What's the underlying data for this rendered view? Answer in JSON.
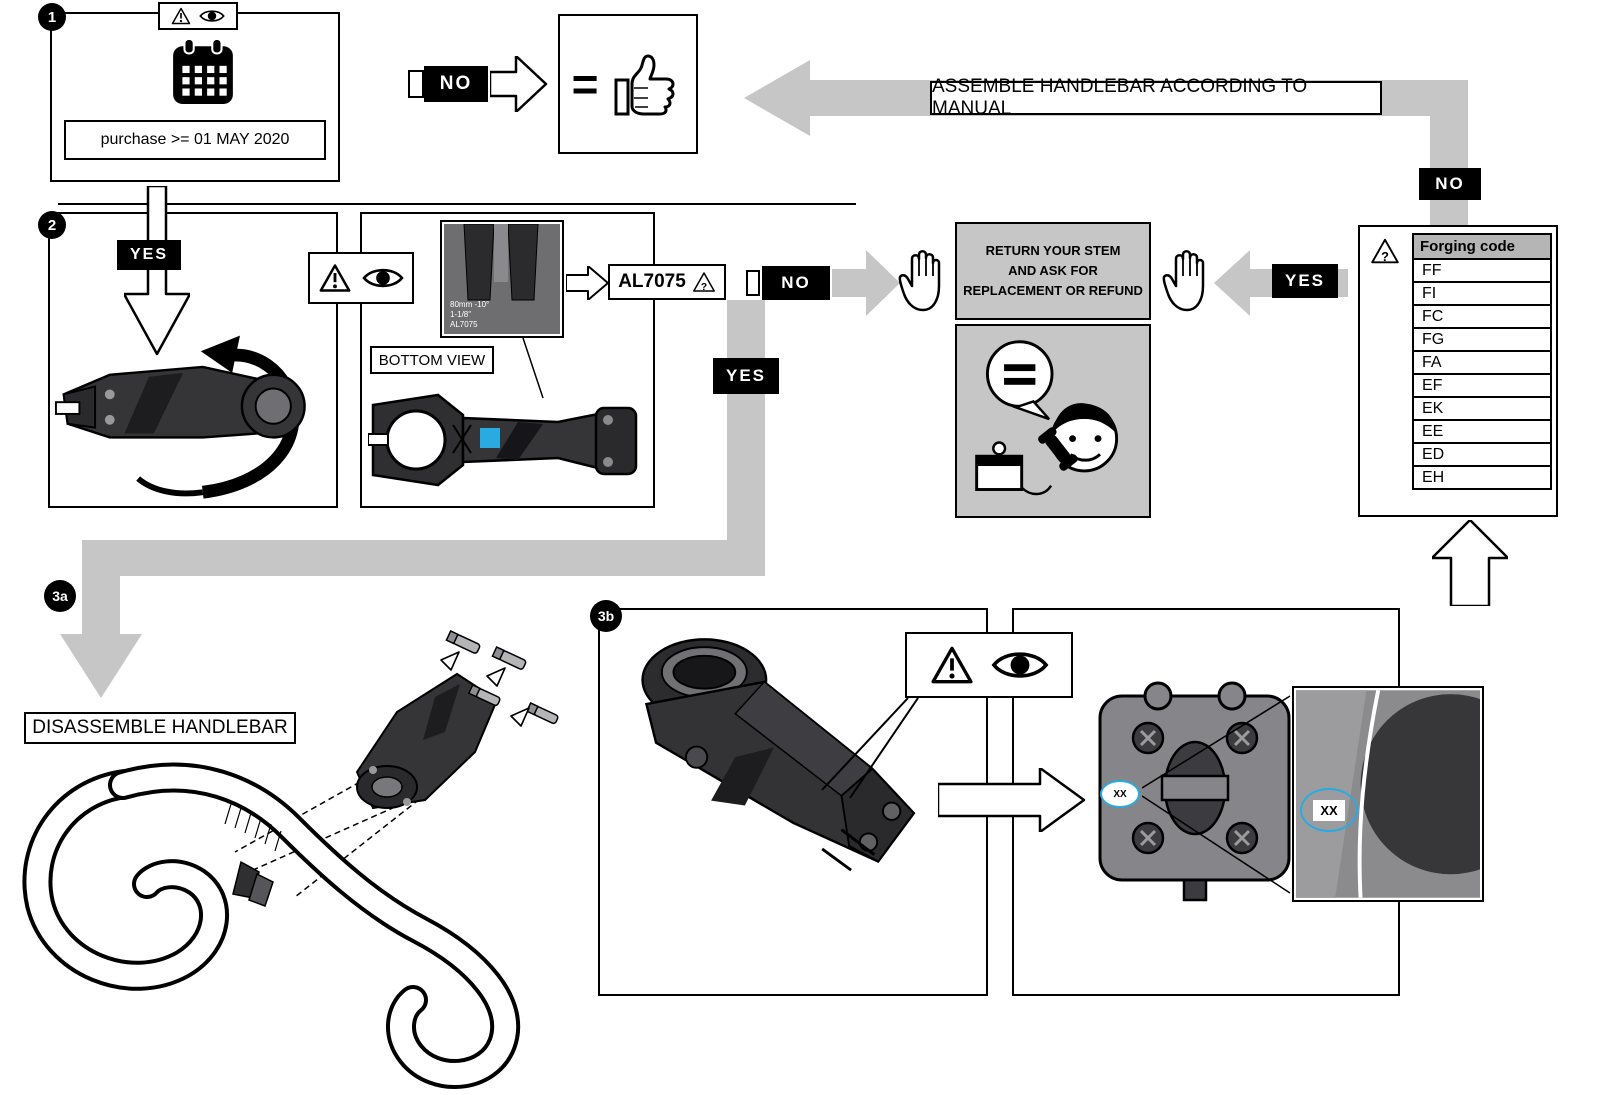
{
  "steps": {
    "s1": "1",
    "s2": "2",
    "s3a": "3a",
    "s3b": "3b"
  },
  "step1": {
    "purchase": "purchase >= 01 MAY 2020"
  },
  "flow": {
    "no_date": "NO",
    "equals": "=",
    "assemble": "ASSEMBLE HANDLEBAR ACCORDING TO MANUAL",
    "no_code": "NO",
    "yes_date": "YES",
    "no_alloy": "NO",
    "yes_alloy": "YES",
    "yes_code": "YES"
  },
  "inspect": {
    "bottom_view": "BOTTOM VIEW",
    "alloy": "AL7075",
    "zoom_line1": "80mm -10°",
    "zoom_line2": "1-1/8\"",
    "zoom_line3": "AL7075"
  },
  "forging": {
    "title": "Forging code",
    "codes": [
      "FF",
      "FI",
      "FC",
      "FG",
      "FA",
      "EF",
      "EK",
      "EE",
      "ED",
      "EH"
    ]
  },
  "return_box": {
    "line1": "RETURN YOUR STEM",
    "line2": "AND ASK FOR",
    "line3": "REPLACEMENT OR REFUND"
  },
  "disassemble": "DISASSEMBLE HANDLEBAR",
  "marks": {
    "xx1": "XX",
    "xx2": "XX"
  }
}
